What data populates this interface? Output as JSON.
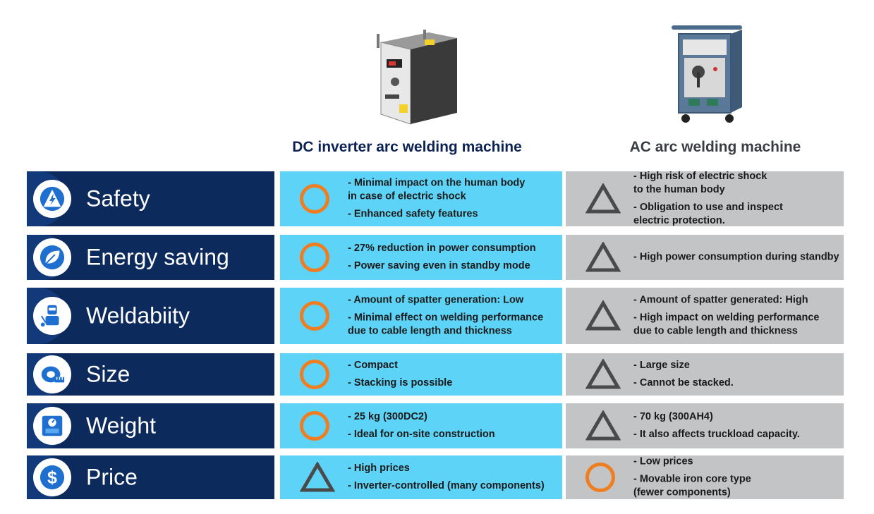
{
  "headers": {
    "dc": "DC inverter arc welding machine",
    "ac": "AC arc welding machine"
  },
  "colors": {
    "label_bg": "#0d2a5c",
    "dc_bg": "#5dd3f7",
    "ac_bg": "#c3c4c6",
    "circle": "#ef7d22",
    "triangle": "#4a4a4a"
  },
  "rows": [
    {
      "label": "Safety",
      "icon": "lightning-icon",
      "dc_mark": "circle",
      "dc_lines": [
        "-   Minimal impact on the human body",
        "     in case of electric shock",
        "- Enhanced safety features"
      ],
      "ac_mark": "triangle",
      "ac_lines": [
        "-   High risk of electric shock",
        "     to the human body",
        "-   Obligation to use and inspect",
        "     electric protection."
      ]
    },
    {
      "label": "Energy saving",
      "icon": "leaf-icon",
      "dc_mark": "circle",
      "dc_lines": [
        "-   27% reduction in power consumption",
        "-   Power saving even in standby mode"
      ],
      "ac_mark": "triangle",
      "ac_lines": [
        "-   High power consumption during standby"
      ]
    },
    {
      "label": "Weldabiity",
      "icon": "welder-icon",
      "dc_mark": "circle",
      "dc_lines": [
        "-   Amount of spatter generation: Low",
        "-   Minimal effect on welding performance",
        "     due to cable length and thickness"
      ],
      "ac_mark": "triangle",
      "ac_lines": [
        "-   Amount of spatter generated: High",
        "-   High impact on welding performance",
        "   due to cable length and thickness"
      ]
    },
    {
      "label": "Size",
      "icon": "tape-measure-icon",
      "dc_mark": "circle",
      "dc_lines": [
        "-   Compact",
        "-   Stacking is possible"
      ],
      "ac_mark": "triangle",
      "ac_lines": [
        "-   Large size",
        "-   Cannot be stacked."
      ]
    },
    {
      "label": "Weight",
      "icon": "scale-icon",
      "dc_mark": "circle",
      "dc_lines": [
        "-   25 kg (300DC2)",
        "-   Ideal for on-site construction"
      ],
      "ac_mark": "triangle",
      "ac_lines": [
        "-   70 kg (300AH4)",
        "-   It also affects truckload capacity."
      ]
    },
    {
      "label": "Price",
      "icon": "dollar-icon",
      "dc_mark": "triangle",
      "dc_lines": [
        "-   High prices",
        "-   Inverter-controlled (many components)"
      ],
      "ac_mark": "circle",
      "ac_lines": [
        "-   Low prices",
        "-   Movable iron core type",
        "   (fewer components)"
      ]
    }
  ]
}
